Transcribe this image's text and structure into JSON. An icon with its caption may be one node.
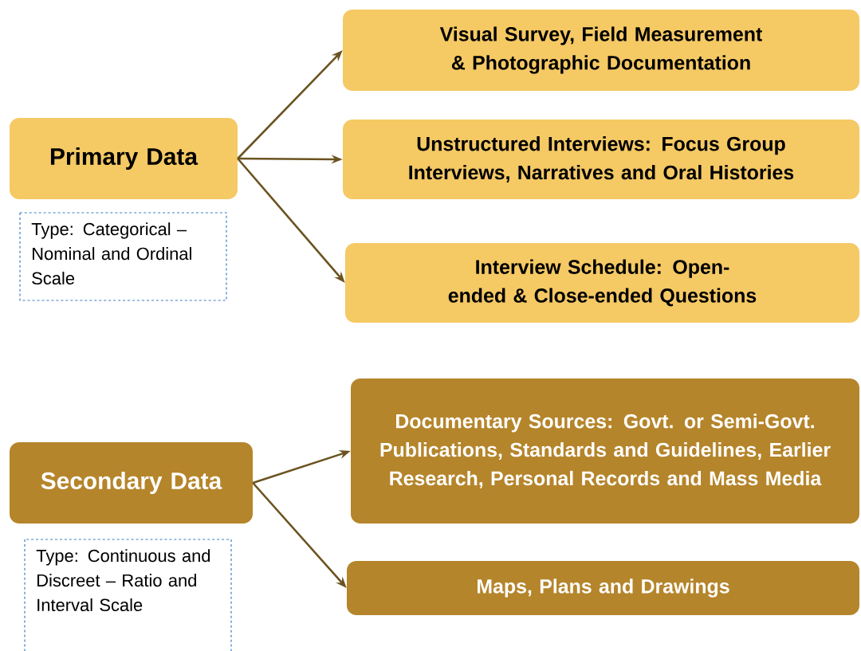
{
  "diagram": {
    "nodes": [
      {
        "text": [
          "Primary Data"
        ]
      },
      {
        "text": [
          "Type: Categorical – Nominal and Ordinal Scale"
        ]
      },
      {
        "text": [
          "Visual Survey, Field Measurement & Photographic Documentation"
        ]
      },
      {
        "text": [
          "Unstructured Interviews: Focus Group Interviews, Narratives and Oral Histories"
        ]
      },
      {
        "text": [
          "Interview Schedule: Open-ended & Close-ended Questions"
        ]
      },
      {
        "text": [
          "Secondary Data"
        ]
      },
      {
        "text": [
          "Type: Continuous and Discreet – Ratio and Interval Scale"
        ]
      },
      {
        "text": [
          "Documentary Sources: Govt. or Semi-Govt. Publications, Standards and Guidelines, Earlier Research, Personal Records and Mass Media"
        ]
      },
      {
        "text": [
          "Maps, Plans and Drawings"
        ]
      }
    ],
    "edges": [
      {
        "from": 0,
        "to": 2,
        "arrow": "to"
      },
      {
        "from": 0,
        "to": 3,
        "arrow": "to"
      },
      {
        "from": 0,
        "to": 4,
        "arrow": "to"
      },
      {
        "from": 5,
        "to": 7,
        "arrow": "to"
      },
      {
        "from": 5,
        "to": 8,
        "arrow": "to"
      }
    ]
  }
}
